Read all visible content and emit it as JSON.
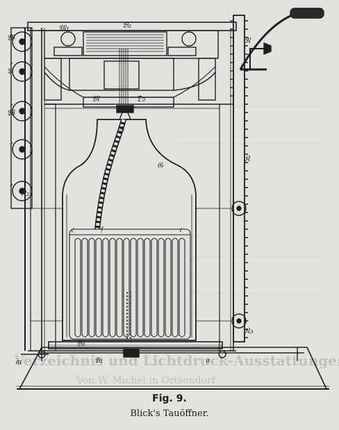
{
  "figure": {
    "number_label": "Fig. 9.",
    "caption": "Blick's Tauöffner."
  },
  "labels": {
    "m_top": "𝔐₁",
    "b_top": "𝔅₂",
    "w_left": "𝔚",
    "v_left": "𝔙",
    "w_left2": "𝔚",
    "r_right": "𝔑",
    "m_mid": "𝔐",
    "d_mid": "𝔇₂",
    "s_rope": "𝔖",
    "g_body": "𝔊",
    "k_right": "𝔎",
    "k2_left": "𝔎₂",
    "k3_right": "𝔎₃",
    "c_left": "𝔠",
    "c_right": "𝔠",
    "f_mid": "𝔣",
    "b_bottom": "𝔅₃",
    "b_base": "𝔅₁",
    "a_left": "𝔞₁",
    "a_right": "𝔞"
  },
  "background_text": {
    "heading": "Verzeichnis und Lichtdruck-Ausstattungen",
    "subheading": "Von W. Michel in Ortsendorf."
  }
}
